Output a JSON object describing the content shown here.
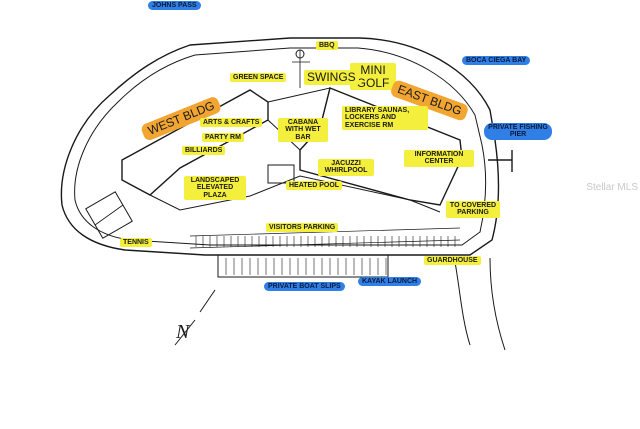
{
  "map": {
    "water": {
      "johns_pass": "JOHNS PASS",
      "boca_ciega_bay": "BOCA CIEGA BAY"
    },
    "amenities": {
      "bbq": "BBQ",
      "mini_golf": "MINI GOLF",
      "swings": "SWINGS",
      "green_space": "GREEN SPACE",
      "arts_crafts": "ARTS & CRAFTS",
      "party_rm": "PARTY RM",
      "billiards": "BILLIARDS",
      "cabana": "CABANA WITH WET BAR",
      "library": "LIBRARY SAUNAS, LOCKERS AND EXERCISE RM",
      "information_center": "INFORMATION CENTER",
      "jacuzzi": "JACUZZI WHIRLPOOL",
      "heated_pool": "HEATED POOL",
      "landscaped_plaza": "LANDSCAPED ELEVATED PLAZA",
      "visitors_parking": "VISITORS PARKING",
      "tennis": "TENNIS",
      "covered_parking": "TO COVERED PARKING",
      "guardhouse": "GUARDHOUSE"
    },
    "buildings": {
      "west": "WEST BLDG",
      "east": "EAST BLDG"
    },
    "docks": {
      "private_fishing_pier": "PRIVATE FISHING PIER",
      "private_boat_slips": "PRIVATE BOAT SLIPS",
      "kayak_launch": "KAYAK LAUNCH"
    },
    "compass": "N",
    "watermark": "Stellar MLS"
  }
}
